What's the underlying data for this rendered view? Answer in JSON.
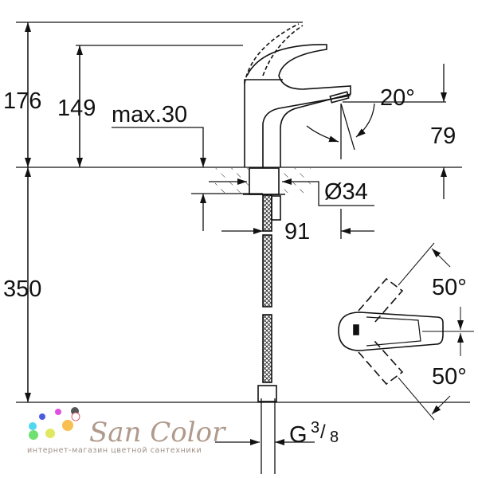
{
  "dimensions": {
    "total_height": "176",
    "handle_height": "149",
    "deck_thickness": "max.30",
    "spout_angle": "20°",
    "spout_height": "79",
    "hole_diameter": "Ø34",
    "spout_reach": "91",
    "hose_length": "350",
    "connection": "G",
    "connection_num": "3",
    "connection_den": "8",
    "lever_angle_up": "50°",
    "lever_angle_down": "50°"
  },
  "watermark": {
    "brand": "San Color",
    "tagline": "интернет-магазин цветной сантехники",
    "dot_colors": [
      "#4a5be0",
      "#e050e0",
      "#555555",
      "#50d8f0",
      "#f8c050",
      "#70e070",
      "#e0e860"
    ]
  }
}
